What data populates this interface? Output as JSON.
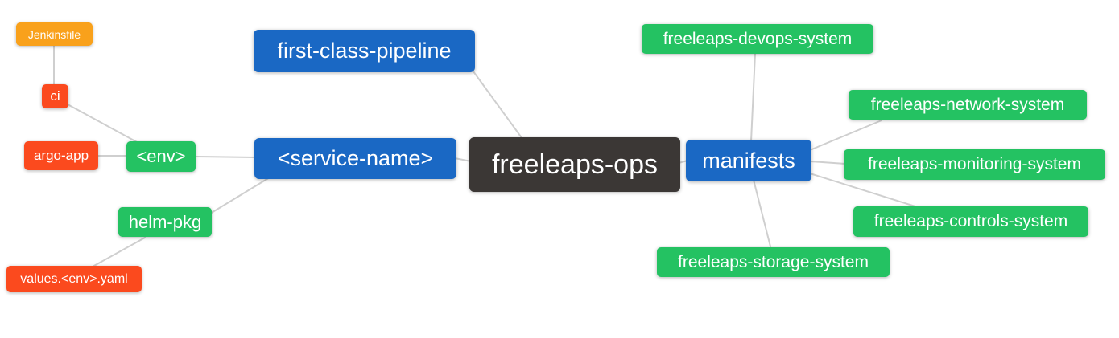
{
  "diagram": {
    "type": "mindmap",
    "root_label": "freeleaps-ops",
    "colors": {
      "root_bg": "#3b3735",
      "branch_blue": "#1a68c4",
      "leaf_green": "#24c262",
      "leaf_red": "#fb4a1e",
      "leaf_orange": "#f9a11b",
      "connector_line": "#cfcfcf",
      "node_text": "#ffffff",
      "background": "#ffffff"
    },
    "nodes": {
      "root": {
        "label": "freeleaps-ops"
      },
      "first_class_pipeline": {
        "label": "first-class-pipeline"
      },
      "service_name": {
        "label": "<service-name>"
      },
      "manifests": {
        "label": "manifests"
      },
      "env": {
        "label": "<env>"
      },
      "helm_pkg": {
        "label": "helm-pkg"
      },
      "ci": {
        "label": "ci"
      },
      "argo_app": {
        "label": "argo-app"
      },
      "jenkinsfile": {
        "label": "Jenkinsfile"
      },
      "values_env_yaml": {
        "label": "values.<env>.yaml"
      },
      "devops_system": {
        "label": "freeleaps-devops-system"
      },
      "network_system": {
        "label": "freeleaps-network-system"
      },
      "monitoring_system": {
        "label": "freeleaps-monitoring-system"
      },
      "controls_system": {
        "label": "freeleaps-controls-system"
      },
      "storage_system": {
        "label": "freeleaps-storage-system"
      }
    },
    "edges": [
      {
        "from": "Jenkinsfile",
        "to": "ci"
      },
      {
        "from": "ci",
        "to": "<env>"
      },
      {
        "from": "argo-app",
        "to": "<env>"
      },
      {
        "from": "<env>",
        "to": "<service-name>"
      },
      {
        "from": "helm-pkg",
        "to": "<service-name>"
      },
      {
        "from": "values.<env>.yaml",
        "to": "helm-pkg"
      },
      {
        "from": "first-class-pipeline",
        "to": "freeleaps-ops"
      },
      {
        "from": "<service-name>",
        "to": "freeleaps-ops"
      },
      {
        "from": "freeleaps-ops",
        "to": "manifests"
      },
      {
        "from": "manifests",
        "to": "freeleaps-devops-system"
      },
      {
        "from": "manifests",
        "to": "freeleaps-network-system"
      },
      {
        "from": "manifests",
        "to": "freeleaps-monitoring-system"
      },
      {
        "from": "manifests",
        "to": "freeleaps-controls-system"
      },
      {
        "from": "manifests",
        "to": "freeleaps-storage-system"
      }
    ]
  }
}
